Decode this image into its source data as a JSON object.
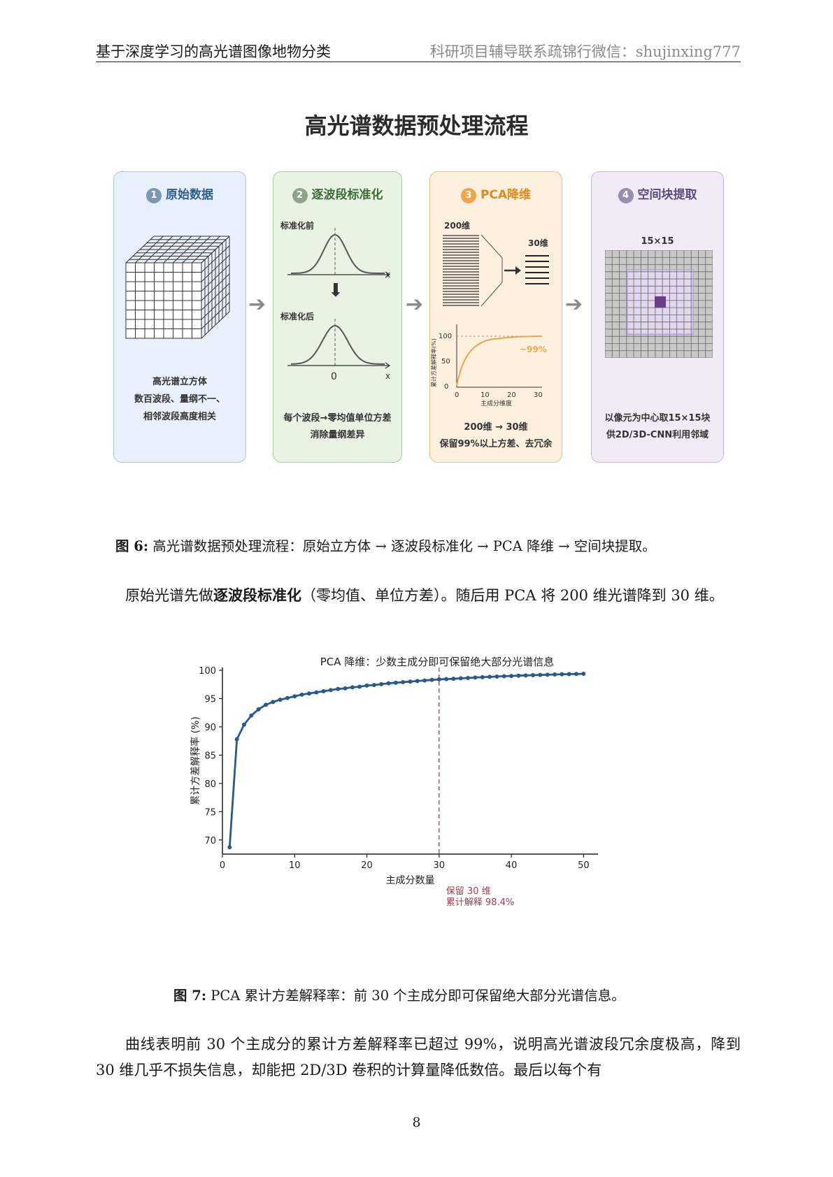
{
  "header": {
    "left": "基于深度学习的高光谱图像地物分类",
    "right": "科研项目辅导联系疏锦行微信：shujinxing777"
  },
  "figure6": {
    "title": "高光谱数据预处理流程",
    "panel1": {
      "num": "1",
      "title": "原始数据",
      "lines": [
        "高光谱立方体",
        "数百波段、量纲不一、",
        "相邻波段高度相关"
      ]
    },
    "panel2": {
      "num": "2",
      "title": "逐波段标准化",
      "before": "标准化前",
      "after": "标准化后",
      "axis_x": "x",
      "zero": "0",
      "lines": [
        "每个波段→零均值单位方差",
        "消除量纲差异"
      ]
    },
    "panel3": {
      "num": "3",
      "title": "PCA降维",
      "dim_in": "200维",
      "dim_out": "30维",
      "mini_ylabel": "累计方差解释率(%)",
      "mini_xlabel": "主成分维度",
      "mini_yticks": [
        "0",
        "50",
        "100"
      ],
      "mini_xticks": [
        "0",
        "10",
        "20",
        "30"
      ],
      "mini_annot": "~99%",
      "lines": [
        "200维 → 30维",
        "保留99%以上方差、去冗余"
      ]
    },
    "panel4": {
      "num": "4",
      "title": "空间块提取",
      "patch_label": "15×15",
      "lines": [
        "以像元为中心取15×15块",
        "供2D/3D-CNN利用邻域"
      ]
    },
    "caption_label": "图 6:",
    "caption_text": "高光谱数据预处理流程：原始立方体 → 逐波段标准化 → PCA 降维 → 空间块提取。"
  },
  "paragraph1": {
    "pre": "原始光谱先做",
    "bold": "逐波段标准化",
    "post": "（零均值、单位方差）。随后用 PCA 将 200 维光谱降到 30 维。"
  },
  "figure7": {
    "caption_label": "图 7:",
    "caption_text": "PCA 累计方差解释率：前 30 个主成分即可保留绝大部分光谱信息。"
  },
  "chart_data": {
    "type": "line",
    "title": "PCA 降维：少数主成分即可保留绝大部分光谱信息",
    "xlabel": "主成分数量",
    "ylabel": "累计方差解释率 (%)",
    "xlim": [
      0,
      52
    ],
    "ylim": [
      67.5,
      100.5
    ],
    "xticks": [
      0,
      10,
      20,
      30,
      40,
      50
    ],
    "yticks": [
      70,
      75,
      80,
      85,
      90,
      95,
      100
    ],
    "series": [
      {
        "color": "#2a5a8c",
        "x": [
          1,
          2,
          3,
          4,
          5,
          6,
          7,
          8,
          9,
          10,
          11,
          12,
          13,
          14,
          15,
          16,
          17,
          18,
          19,
          20,
          21,
          22,
          23,
          24,
          25,
          26,
          27,
          28,
          29,
          30,
          31,
          32,
          33,
          34,
          35,
          36,
          37,
          38,
          39,
          40,
          41,
          42,
          43,
          44,
          45,
          46,
          47,
          48,
          49,
          50
        ],
        "y": [
          68.7,
          87.8,
          90.4,
          92.0,
          93.1,
          93.9,
          94.4,
          94.8,
          95.1,
          95.4,
          95.7,
          95.9,
          96.1,
          96.3,
          96.5,
          96.7,
          96.8,
          97.0,
          97.1,
          97.3,
          97.4,
          97.55,
          97.7,
          97.8,
          97.9,
          98.0,
          98.1,
          98.2,
          98.3,
          98.4,
          98.45,
          98.5,
          98.58,
          98.65,
          98.72,
          98.78,
          98.84,
          98.9,
          98.95,
          99.0,
          99.05,
          99.1,
          99.14,
          99.18,
          99.22,
          99.26,
          99.29,
          99.32,
          99.35,
          99.38
        ]
      }
    ],
    "vline": {
      "x": 30,
      "color": "#a04050",
      "label_line1": "保留 30 维",
      "label_line2": "累计解释 98.4%"
    }
  },
  "paragraph2": {
    "text": "曲线表明前 30 个主成分的累计方差解释率已超过 99%，说明高光谱波段冗余度极高，降到 30 维几乎不损失信息，却能把 2D/3D 卷积的计算量降低数倍。最后以每个有"
  },
  "page_number": "8"
}
